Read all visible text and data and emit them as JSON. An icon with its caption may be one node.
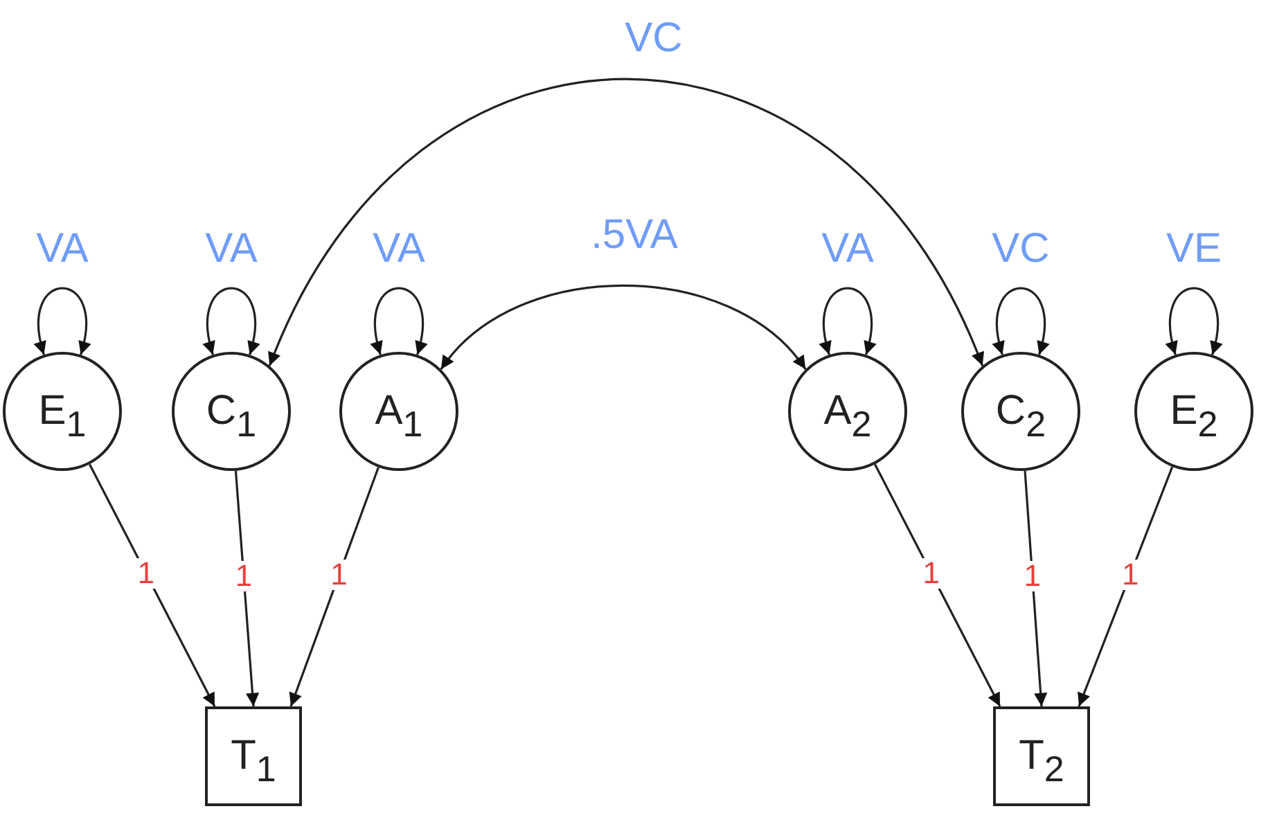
{
  "diagram": {
    "nodes": [
      {
        "text": [
          "E$_{1}$"
        ]
      },
      {
        "text": [
          "C$_{1}$"
        ]
      },
      {
        "text": [
          "A$_{1}$"
        ]
      },
      {
        "text": [
          "A$_{2}$"
        ]
      },
      {
        "text": [
          "C$_{2}$"
        ]
      },
      {
        "text": [
          "E$_{2}$"
        ]
      },
      {
        "text": [
          "T$_{1}$"
        ]
      },
      {
        "text": [
          "T$_{2}$"
        ]
      }
    ],
    "edges": [
      {
        "from": 1,
        "to": 4,
        "arrow": "both",
        "label": "VC"
      },
      {
        "from": 0,
        "to": 0,
        "arrow": "both",
        "label": "VA"
      },
      {
        "from": 1,
        "to": 1,
        "arrow": "both",
        "label": "VA"
      },
      {
        "from": 2,
        "to": 2,
        "arrow": "both",
        "label": "VA"
      },
      {
        "from": 2,
        "to": 3,
        "arrow": "both",
        "label": ".5VA"
      },
      {
        "from": 3,
        "to": 3,
        "arrow": "both",
        "label": "VA"
      },
      {
        "from": 4,
        "to": 4,
        "arrow": "both",
        "label": "VC"
      },
      {
        "from": 5,
        "to": 5,
        "arrow": "both",
        "label": "VE"
      },
      {
        "from": 0,
        "to": 6,
        "arrow": "to",
        "label": "1"
      },
      {
        "from": 1,
        "to": 6,
        "arrow": "to",
        "label": "1"
      },
      {
        "from": 2,
        "to": 6,
        "arrow": "to",
        "label": "1"
      },
      {
        "from": 3,
        "to": 7,
        "arrow": "to",
        "label": "1"
      },
      {
        "from": 4,
        "to": 7,
        "arrow": "to",
        "label": "1"
      },
      {
        "from": 5,
        "to": 7,
        "arrow": "to",
        "label": "1"
      }
    ]
  }
}
